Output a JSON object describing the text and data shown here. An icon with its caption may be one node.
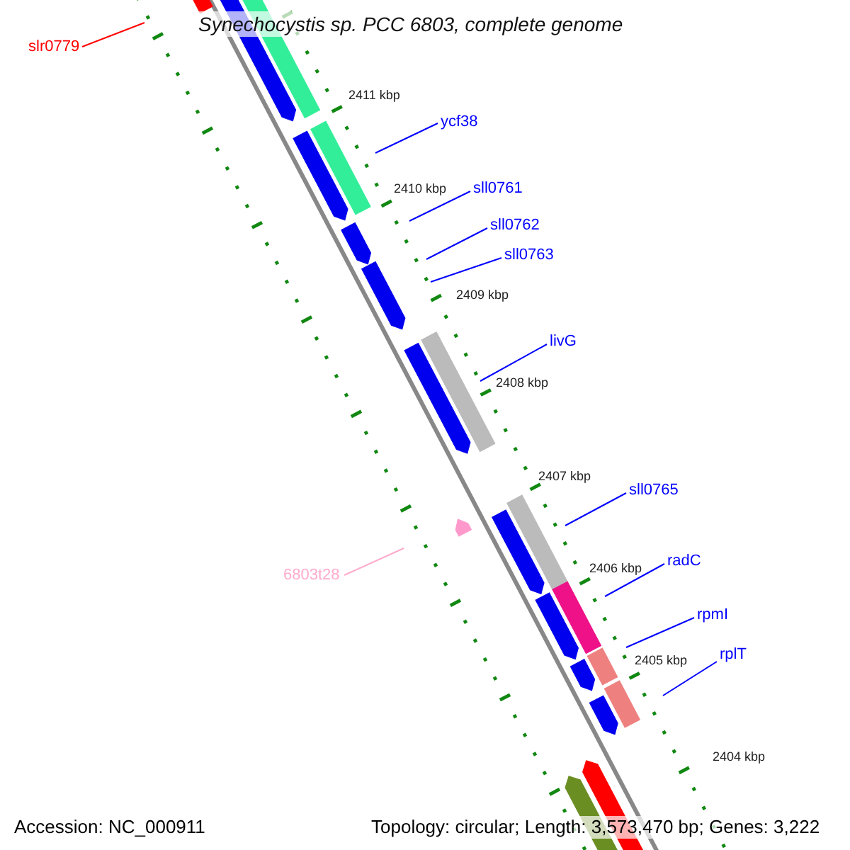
{
  "diagram": {
    "title": "Synechocystis sp. PCC 6803, complete genome",
    "nodes": [
      {
        "text": [
          "slr0779"
        ]
      },
      {
        "text": [
          "ycf38"
        ]
      },
      {
        "text": [
          "sll0761"
        ]
      },
      {
        "text": [
          "sll0762"
        ]
      },
      {
        "text": [
          "sll0763"
        ]
      },
      {
        "text": [
          "livG"
        ]
      },
      {
        "text": [
          "sll0765"
        ]
      },
      {
        "text": [
          "6803t28"
        ]
      },
      {
        "text": [
          "radC"
        ]
      },
      {
        "text": [
          "rpmI"
        ]
      },
      {
        "text": [
          "rplT"
        ]
      }
    ],
    "edges": [
      {
        "from": 0,
        "to": null,
        "arrow": "none",
        "color": "#ff0000"
      },
      {
        "from": 1,
        "to": null,
        "arrow": "none"
      },
      {
        "from": 2,
        "to": null,
        "arrow": "none"
      },
      {
        "from": 3,
        "to": null,
        "arrow": "none"
      },
      {
        "from": 4,
        "to": null,
        "arrow": "none"
      },
      {
        "from": 5,
        "to": null,
        "arrow": "none"
      },
      {
        "from": 6,
        "to": null,
        "arrow": "none"
      },
      {
        "from": 7,
        "to": null,
        "arrow": "none",
        "color": "#ffaacc"
      },
      {
        "from": 8,
        "to": null,
        "arrow": "none"
      },
      {
        "from": 9,
        "to": null,
        "arrow": "none"
      },
      {
        "from": 10,
        "to": null,
        "arrow": "none"
      }
    ],
    "labels": [
      "2411 kbp",
      "2410 kbp",
      "2409 kbp",
      "2408 kbp",
      "2407 kbp",
      "2406 kbp",
      "2405 kbp",
      "2404 kbp",
      "Accession: NC_000911",
      "Topology: circular; Length: 3,573,470 bp; Genes: 3,222"
    ]
  }
}
